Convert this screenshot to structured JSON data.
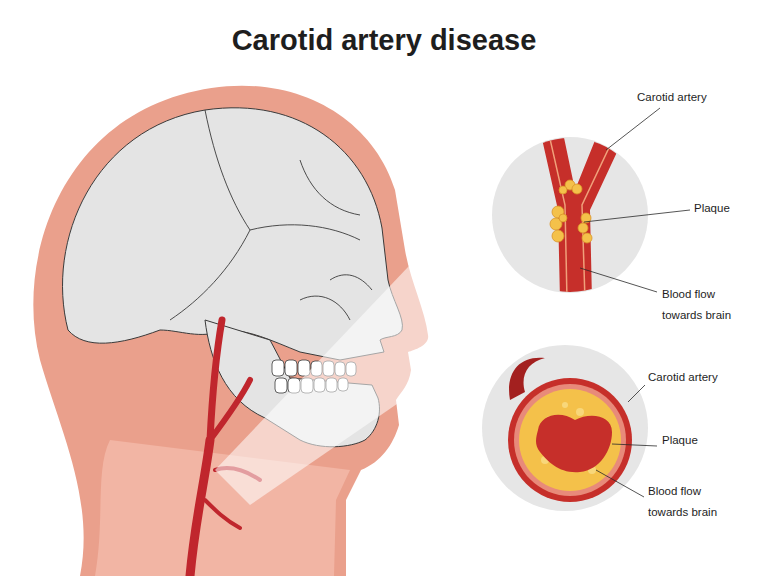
{
  "diagram": {
    "title": "Carotid artery disease",
    "labels": [
      "Carotid artery",
      "Plaque",
      "Blood flow towards brain",
      "Carotid artery",
      "Plaque",
      "Blood flow towards brain"
    ]
  }
}
